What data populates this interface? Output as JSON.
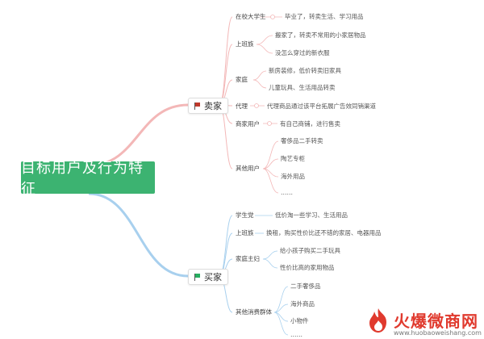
{
  "root": {
    "label": "目标用户及行为特征"
  },
  "sellers": {
    "label": "卖家",
    "flag_color": "#c0392b",
    "line_color": "#f3b7b7",
    "categories": [
      {
        "label": "在校大学生",
        "items": [
          "毕业了，转卖生活、学习用品"
        ]
      },
      {
        "label": "上班族",
        "items": [
          "搬家了，转卖不常用的小家居物品",
          "没怎么穿过的新衣服"
        ]
      },
      {
        "label": "家庭",
        "items": [
          "新房装修，低价转卖旧家具",
          "儿童玩具、生活用品转卖"
        ]
      },
      {
        "label": "代理",
        "items": [
          "代理商品通过该平台拓展广告效同销渠道"
        ]
      },
      {
        "label": "商家用户",
        "items": [
          "有自己商铺，进行售卖"
        ]
      },
      {
        "label": "其他用户",
        "items": [
          "奢侈品二手转卖",
          "陶艺专柜",
          "海外用品",
          "……"
        ]
      }
    ]
  },
  "buyers": {
    "label": "买家",
    "flag_color": "#27ae60",
    "line_color": "#a8d0ee",
    "categories": [
      {
        "label": "学生党",
        "items": [
          "低价淘一些学习、生活用品"
        ]
      },
      {
        "label": "上班族",
        "items": [
          "换租，购买性价比还不错的家居、电器用品"
        ]
      },
      {
        "label": "家庭主妇",
        "items": [
          "给小孩子购买二手玩具",
          "性价比高的家用物品"
        ]
      },
      {
        "label": "其他消费群体",
        "items": [
          "二手奢侈品",
          "海外商品",
          "小物件",
          "……"
        ]
      }
    ]
  },
  "watermark": {
    "title": "火爆微商网",
    "sub": "www.huobaoweishang.com"
  }
}
